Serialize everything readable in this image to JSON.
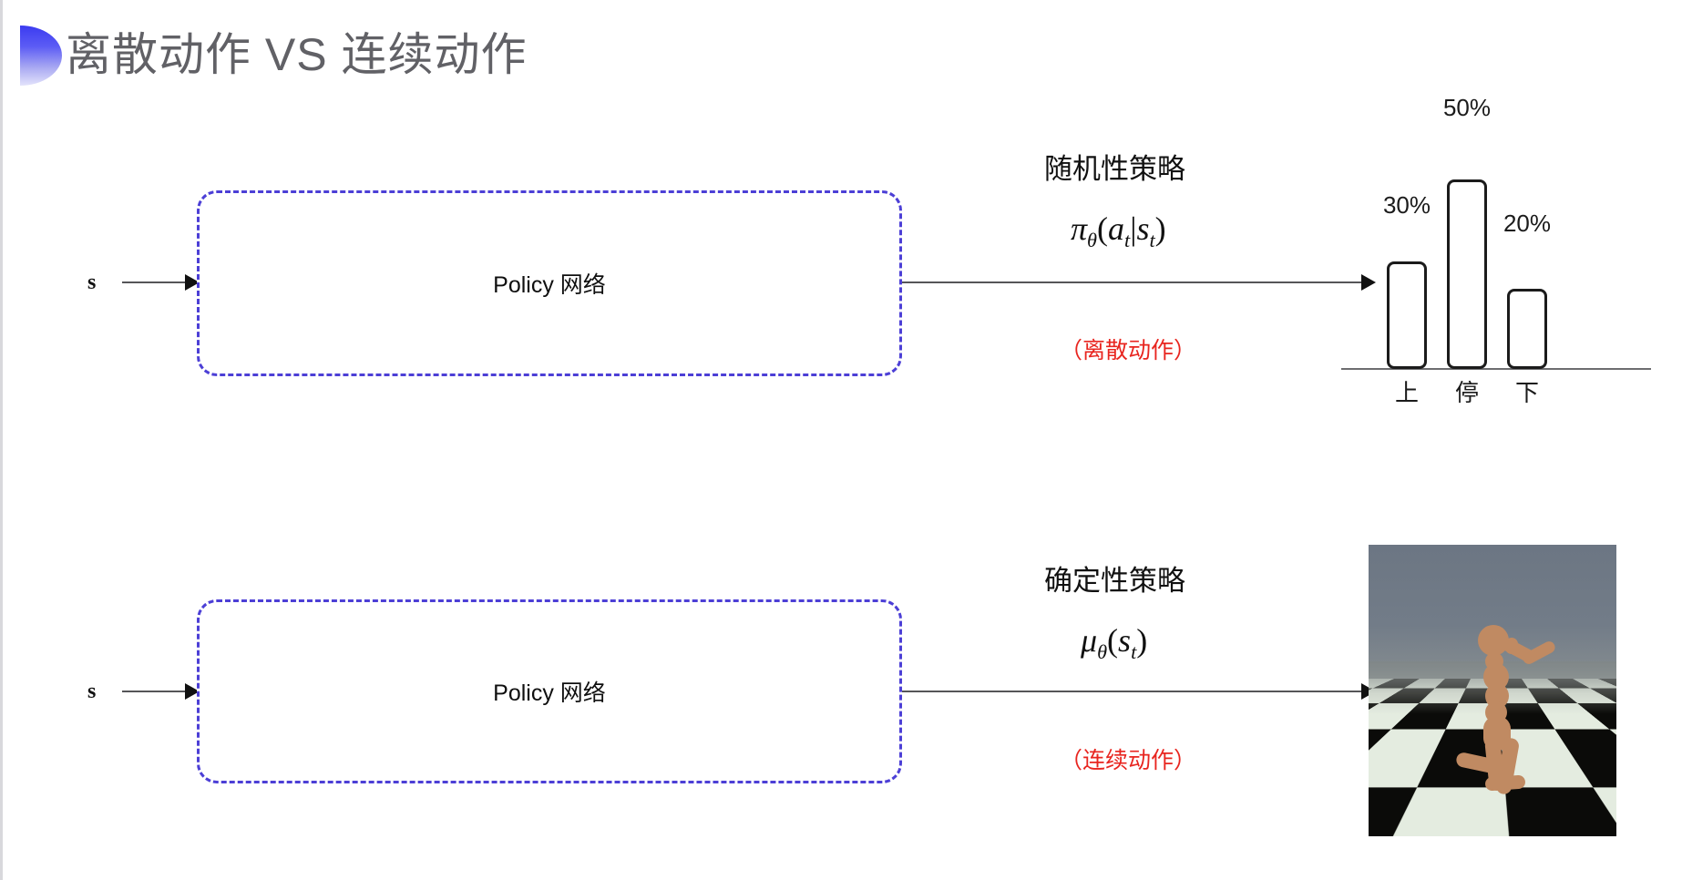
{
  "slide": {
    "title": "离散动作 VS 连续动作",
    "accent_color": "#4c3fd6",
    "note_color": "#e8251f"
  },
  "top_row": {
    "input_label": "s",
    "box_label": "Policy 网络",
    "policy_title": "随机性策略",
    "formula_plain": "πθ(at|st)",
    "formula": {
      "pi": "π",
      "theta": "θ",
      "open": "(",
      "a": "a",
      "a_sub": "t",
      "bar": "|",
      "s": "s",
      "s_sub": "t",
      "close": ")"
    },
    "note": "（离散动作）"
  },
  "bottom_row": {
    "input_label": "s",
    "box_label": "Policy 网络",
    "policy_title": "确定性策略",
    "formula_plain": "μθ(st)",
    "formula": {
      "mu": "μ",
      "theta": "θ",
      "open": "(",
      "s": "s",
      "s_sub": "t",
      "close": ")"
    },
    "note": "（连续动作）",
    "image_caption": "humanoid-simulation"
  },
  "chart_data": {
    "type": "bar",
    "categories": [
      "上",
      "停",
      "下"
    ],
    "values": [
      30,
      50,
      20
    ],
    "value_labels": [
      "30%",
      "50%",
      "20%"
    ],
    "title": "",
    "xlabel": "",
    "ylabel": "",
    "ylim": [
      0,
      60
    ],
    "grid": false,
    "legend": "none",
    "bar_style": {
      "fill": "#ffffff",
      "stroke": "#1b1b1b"
    }
  }
}
